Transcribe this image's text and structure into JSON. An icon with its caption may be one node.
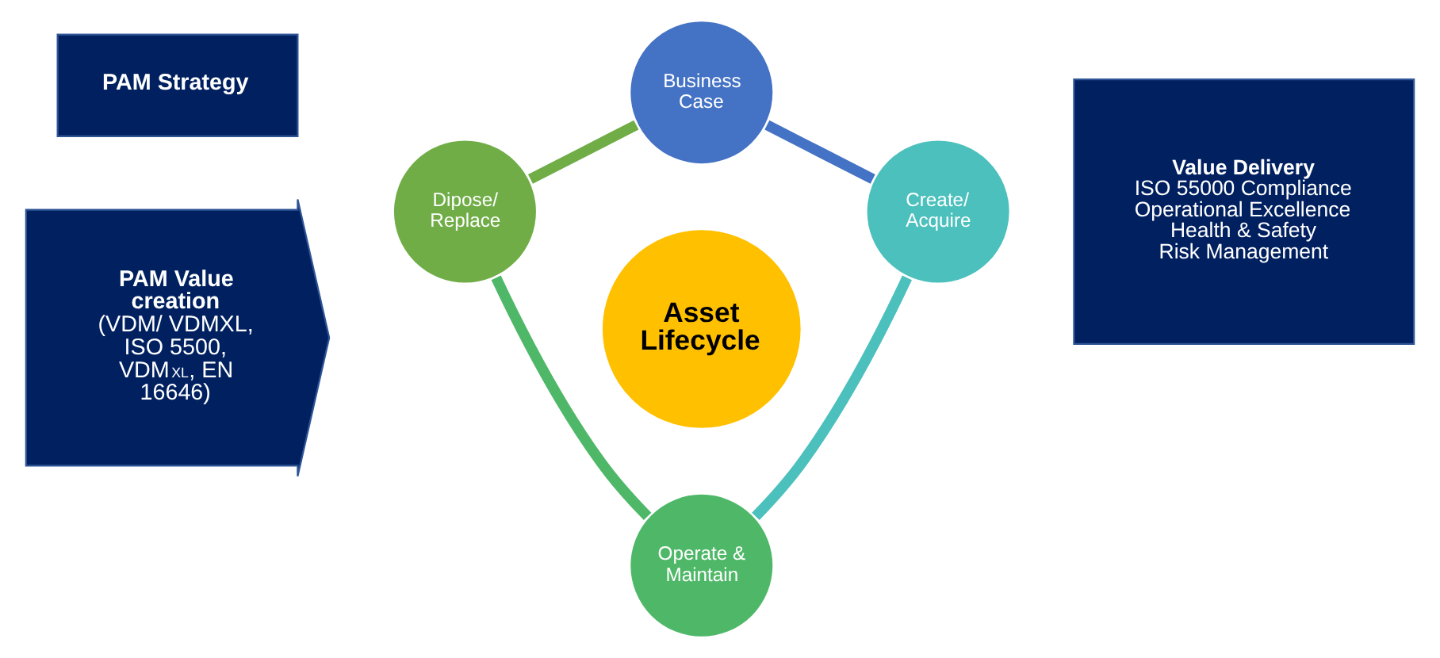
{
  "diagram": {
    "nodes": [
      {
        "text": [
          "PAM Strategy"
        ]
      },
      {
        "text": [
          "PAM Value creation",
          "(VDM/ VDMXL, ISO 5500, VDM$^{XL}$, EN 16646)"
        ]
      },
      {
        "text": [
          "Business Case"
        ]
      },
      {
        "text": [
          "Create/ Acquire"
        ]
      },
      {
        "text": [
          "Operate & Maintain"
        ]
      },
      {
        "text": [
          "Dipose/ Replace"
        ]
      },
      {
        "text": [
          "Asset Lifecycle"
        ]
      },
      {
        "text": [
          "Value Delivery",
          "ISO 55000 Compliance",
          "Operational Excellence",
          "Health & Safety",
          "Risk Management"
        ]
      }
    ],
    "edges": [
      {
        "from": 2,
        "to": 3,
        "arrow": "none",
        "color": "#4472c4"
      },
      {
        "from": 3,
        "to": 4,
        "arrow": "none",
        "color": "#4bc0bc"
      },
      {
        "from": 4,
        "to": 5,
        "arrow": "none",
        "color": "#4fb868"
      },
      {
        "from": 5,
        "to": 2,
        "arrow": "none",
        "color": "#70ad47"
      }
    ]
  }
}
